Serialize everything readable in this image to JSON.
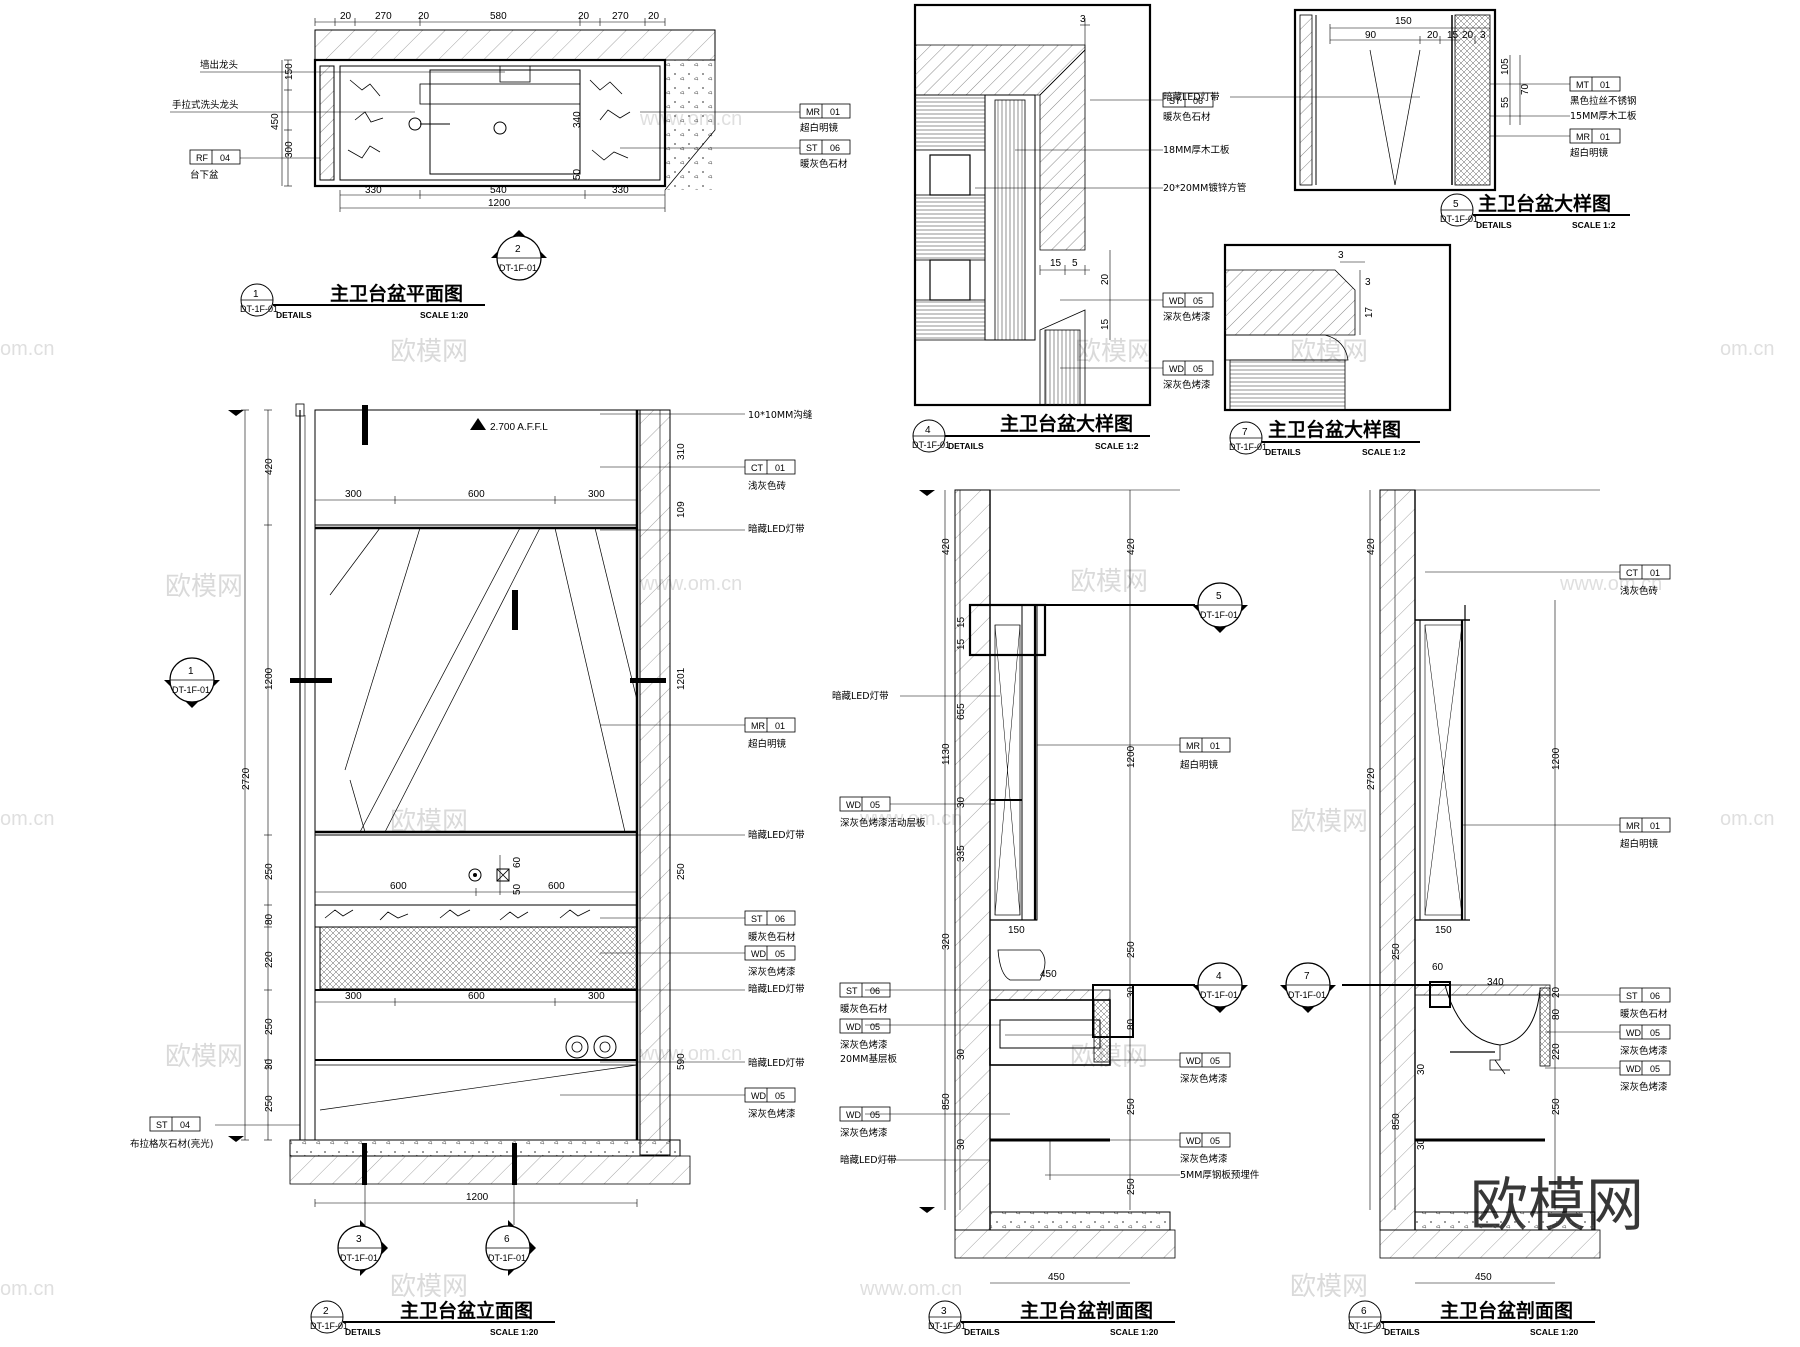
{
  "sheet_title": "主卫台盆大样",
  "panels": {
    "p1": {
      "title": "主卫台盆平面图",
      "num": "1",
      "ref": "DT-1F-01",
      "details": "DETAILS",
      "scale": "SCALE 1:20"
    },
    "p2": {
      "title": "主卫台盆立面图",
      "num": "2",
      "ref": "DT-1F-01",
      "details": "DETAILS",
      "scale": "SCALE 1:20"
    },
    "p3": {
      "title": "主卫台盆剖面图",
      "num": "3",
      "ref": "DT-1F-01",
      "details": "DETAILS",
      "scale": "SCALE 1:20"
    },
    "p4": {
      "title": "主卫台盆大样图",
      "num": "4",
      "ref": "DT-1F-01",
      "details": "DETAILS",
      "scale": "SCALE 1:2"
    },
    "p5": {
      "title": "主卫台盆大样图",
      "num": "5",
      "ref": "DT-1F-01",
      "details": "DETAILS",
      "scale": "SCALE 1:2"
    },
    "p6": {
      "title": "主卫台盆剖面图",
      "num": "6",
      "ref": "DT-1F-01",
      "details": "DETAILS",
      "scale": "SCALE 1:20"
    },
    "p7": {
      "title": "主卫台盆大样图",
      "num": "7",
      "ref": "DT-1F-01",
      "details": "DETAILS",
      "scale": "SCALE 1:2"
    }
  },
  "materials": {
    "MR01": {
      "code": "MR",
      "num": "01",
      "name": "超白明镜"
    },
    "ST06": {
      "code": "ST",
      "num": "06",
      "name": "暖灰色石材"
    },
    "RF04": {
      "code": "RF",
      "num": "04",
      "name": "台下盆"
    },
    "CT01": {
      "code": "CT",
      "num": "01",
      "name": "浅灰色砖"
    },
    "WD05": {
      "code": "WD",
      "num": "05",
      "name": "深灰色烤漆"
    },
    "ST04": {
      "code": "ST",
      "num": "04",
      "name": "布拉格灰石材(亮光)"
    },
    "MT01": {
      "code": "MT",
      "num": "01",
      "name": "黑色拉丝不锈钢"
    }
  },
  "notes": {
    "wall_faucet": "墙出龙头",
    "pull_faucet": "手拉式洗头龙头",
    "led": "暗藏LED灯带",
    "groove": "10*10MM沟缝",
    "board18": "18MM厚木工板",
    "tube": "20*20MM镀锌方管",
    "board15": "15MM厚木工板",
    "shelf": "深灰色烤漆活动层板",
    "base20": "20MM基层板",
    "steel5": "5MM厚钢板预埋件",
    "affl": "2.700 A.F.F.L"
  },
  "dims_plan": {
    "top": [
      "20",
      "270",
      "20",
      "580",
      "20",
      "270",
      "20"
    ],
    "bottom": [
      "330",
      "540",
      "330"
    ],
    "total": "1200",
    "left": [
      "150",
      "450",
      "300"
    ],
    "right": [
      "340",
      "50"
    ]
  },
  "dims_elev": {
    "h1": [
      "300",
      "600",
      "300"
    ],
    "h2": [
      "600",
      "600"
    ],
    "h3": [
      "300",
      "600",
      "300"
    ],
    "total": "1200",
    "left_chain": [
      "420",
      "1200",
      "250",
      "80",
      "220",
      "250",
      "30",
      "250"
    ],
    "overall": "2720",
    "right_chain": [
      "310",
      "109",
      "1201",
      "250",
      "590"
    ],
    "mid_small": [
      "60",
      "50"
    ]
  },
  "dims_sec3": {
    "left_outer": [
      "420",
      "1130",
      "320",
      "850"
    ],
    "left_inner": [
      "655",
      "30",
      "335"
    ],
    "right_chain": [
      "420",
      "1200",
      "250",
      "30",
      "80",
      "250",
      "250"
    ],
    "small": [
      "15",
      "15",
      "30",
      "30",
      "30",
      "30"
    ],
    "w450": "450",
    "w150": "150",
    "bottom": "450"
  },
  "dims_sec6": {
    "left": [
      "420",
      "2720",
      "250",
      "850"
    ],
    "right": [
      "1200",
      "20",
      "80",
      "220",
      "250"
    ],
    "small": [
      "60",
      "340",
      "30",
      "30"
    ],
    "w150": "150",
    "bottom": "450"
  },
  "dims_p4": {
    "d3": "3",
    "d20": "20",
    "d15a": "15",
    "d5": "5",
    "d15b": "15"
  },
  "dims_p5": {
    "d150": "150",
    "d90": "90",
    "d20a": "20",
    "d15": "15",
    "d20b": "20",
    "d3": "3",
    "d105": "105",
    "d70": "70",
    "d55": "55"
  },
  "dims_p7": {
    "d3a": "3",
    "d3b": "3",
    "d17": "17"
  },
  "watermark": {
    "cn": "欧模网",
    "url": "www.om.cn",
    "url2": "om.cn",
    "logo": "欧模网"
  }
}
